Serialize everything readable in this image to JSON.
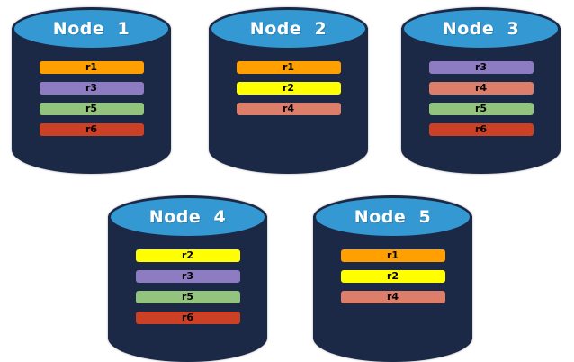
{
  "diagram": {
    "colors": {
      "background": "#FFFFFF",
      "cylinder_body": "#1B2946",
      "cylinder_top": "#3498D2",
      "cylinder_outline": "#1B2946",
      "title_text": "#FFFFFF",
      "bar_text": "#000000"
    },
    "replica_colors": {
      "r1": "#FFA000",
      "r2": "#FFFF00",
      "r3": "#8E7CC3",
      "r4": "#DD7E6B",
      "r5": "#93C47D",
      "r6": "#CC4125"
    },
    "nodes": [
      {
        "label": "Node  1",
        "replicas": [
          "r1",
          "r3",
          "r5",
          "r6"
        ]
      },
      {
        "label": "Node  2",
        "replicas": [
          "r1",
          "r2",
          "r4"
        ]
      },
      {
        "label": "Node  3",
        "replicas": [
          "r3",
          "r4",
          "r5",
          "r6"
        ]
      },
      {
        "label": "Node  4",
        "replicas": [
          "r2",
          "r3",
          "r5",
          "r6"
        ]
      },
      {
        "label": "Node  5",
        "replicas": [
          "r1",
          "r2",
          "r4"
        ]
      }
    ]
  }
}
